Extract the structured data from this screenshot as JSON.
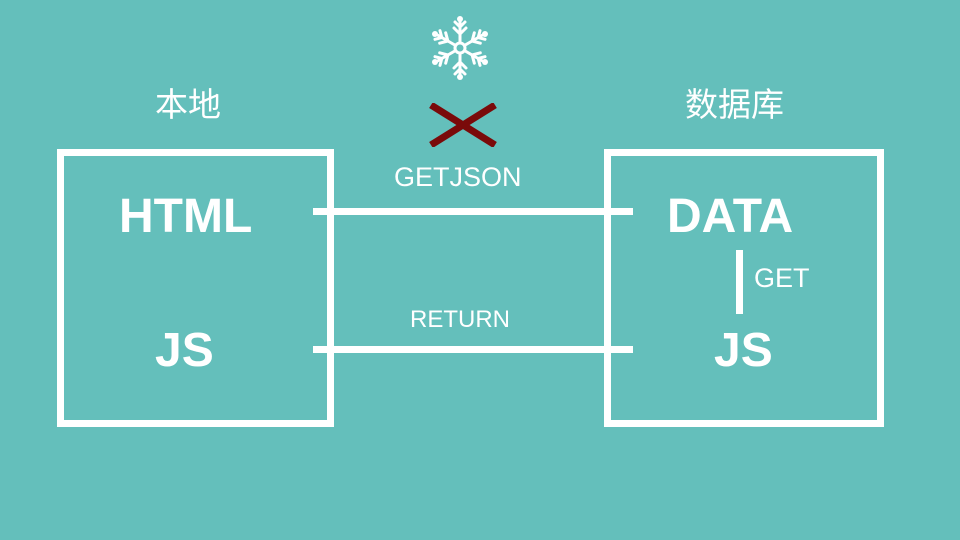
{
  "local": {
    "title": "本地",
    "html_label": "HTML",
    "js_label": "JS"
  },
  "database": {
    "title": "数据库",
    "data_label": "DATA",
    "js_label": "JS",
    "get_label": "GET"
  },
  "arrows": {
    "getjson_label": "GETJSON",
    "return_label": "RETURN"
  },
  "icons": {
    "snowflake": "snowflake-icon",
    "blocked": "cross-icon"
  },
  "colors": {
    "background": "#64bfbb",
    "foreground": "#ffffff",
    "cross": "#7a0a0a"
  }
}
